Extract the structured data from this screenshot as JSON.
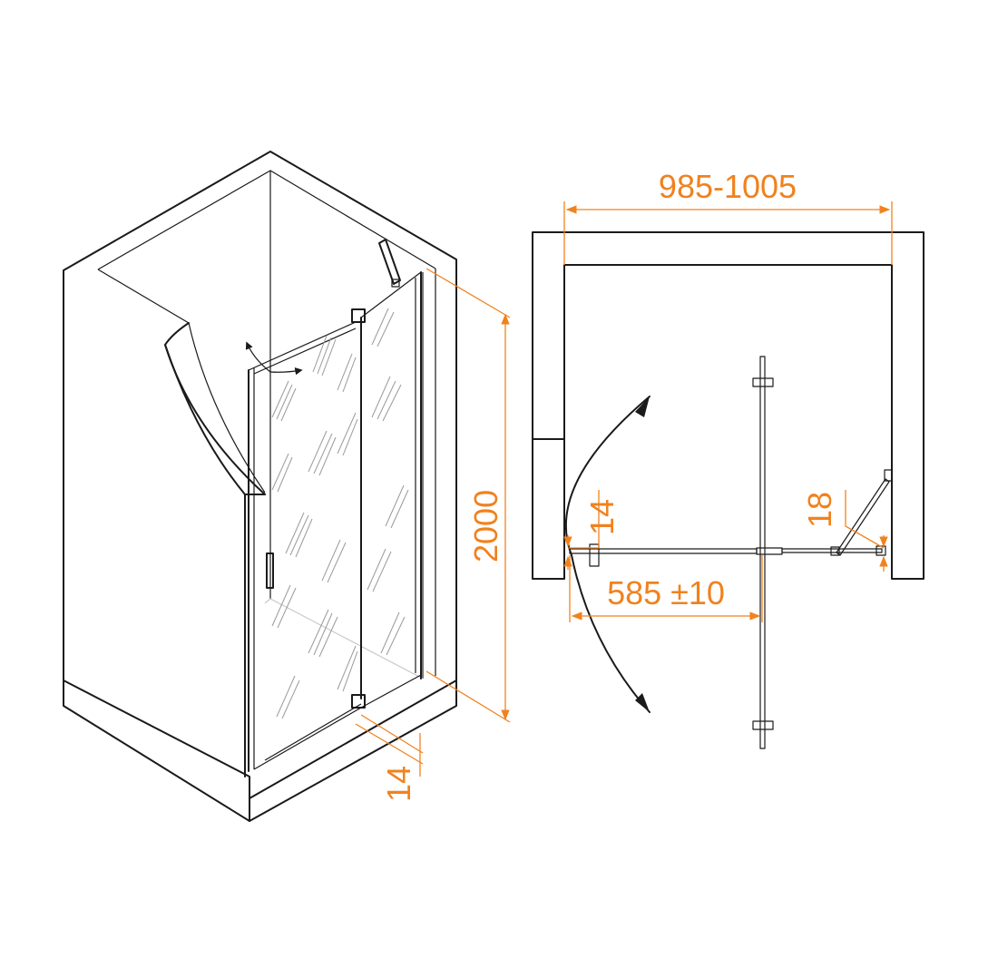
{
  "colors": {
    "line": "#1a1a1a",
    "dimension": "#f0821e",
    "background": "#ffffff"
  },
  "isometric_view": {
    "height_label": "2000",
    "profile_label": "14"
  },
  "plan_view": {
    "width_label": "985-1005",
    "door_width_label": "585 ±10",
    "left_profile_label": "14",
    "right_profile_label": "18"
  }
}
